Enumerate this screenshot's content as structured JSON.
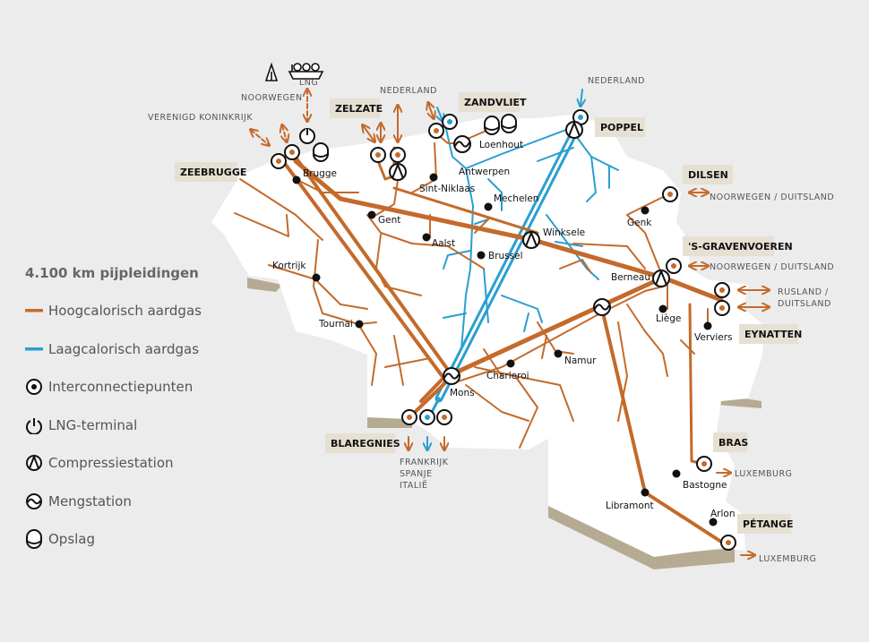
{
  "legend": {
    "title": "4.100 km pijpleidingen",
    "items": [
      {
        "label": "Hoogcalorisch aardgas",
        "symbol": "orange-line-icon"
      },
      {
        "label": "Laagcalorisch aardgas",
        "symbol": "blue-line-icon"
      },
      {
        "label": "Interconnectiepunten",
        "symbol": "interconnection-icon"
      },
      {
        "label": "LNG-terminal",
        "symbol": "lng-terminal-icon"
      },
      {
        "label": "Compressiestation",
        "symbol": "compressor-icon"
      },
      {
        "label": "Mengstation",
        "symbol": "mixing-station-icon"
      },
      {
        "label": "Opslag",
        "symbol": "storage-icon"
      }
    ]
  },
  "colors": {
    "high_cal": "#c46a2a",
    "low_cal": "#2a9fd0",
    "land": "#ffffff",
    "shadow": "#b5ab92",
    "label_box": "#e6e0d3",
    "background": "#ececec"
  },
  "points": {
    "zeebrugge": "ZEEBRUGGE",
    "zelzate": "ZELZATE",
    "zandvliet": "ZANDVLIET",
    "poppel": "POPPEL",
    "dilsen": "DILSEN",
    "s_gravenvoeren": "'S-GRAVENVOEREN",
    "eynatten": "EYNATTEN",
    "blaregnies": "BLAREGNIES",
    "bras": "BRAS",
    "petange": "PÉTANGE"
  },
  "cities": {
    "brugge": "Brugge",
    "gent": "Gent",
    "antwerpen": "Antwerpen",
    "sint_niklaas": "Sint-Niklaas",
    "loenhout": "Loenhout",
    "mechelen": "Mechelen",
    "aalst": "Aalst",
    "winksele": "Winksele",
    "brussel": "Brussel",
    "genk": "Genk",
    "kortrijk": "Kortrijk",
    "berneau": "Berneau",
    "tournai": "Tournai",
    "liege": "Liège",
    "verviers": "Verviers",
    "namur": "Namur",
    "charleroi": "Charleroi",
    "mons": "Mons",
    "bastogne": "Bastogne",
    "libramont": "Libramont",
    "arlon": "Arlon"
  },
  "destinations": {
    "lng": "LNG",
    "noorwegen_top": "NOORWEGEN",
    "verenigd_koninkrijk": "VERENIGD KONINKRIJK",
    "nederland_zandvliet": "NEDERLAND",
    "nederland_poppel": "NEDERLAND",
    "noorwegen_duitsland_dilsen": "NOORWEGEN / DUITSLAND",
    "noorwegen_duitsland_voeren": "NOORWEGEN / DUITSLAND",
    "rusland": "RUSLAND /",
    "duitsland": "DUITSLAND",
    "frankrijk": "FRANKRIJK",
    "spanje": "SPANJE",
    "italie": "ITALIË",
    "luxemburg_bras": "LUXEMBURG",
    "luxemburg_petange": "LUXEMBURG"
  }
}
